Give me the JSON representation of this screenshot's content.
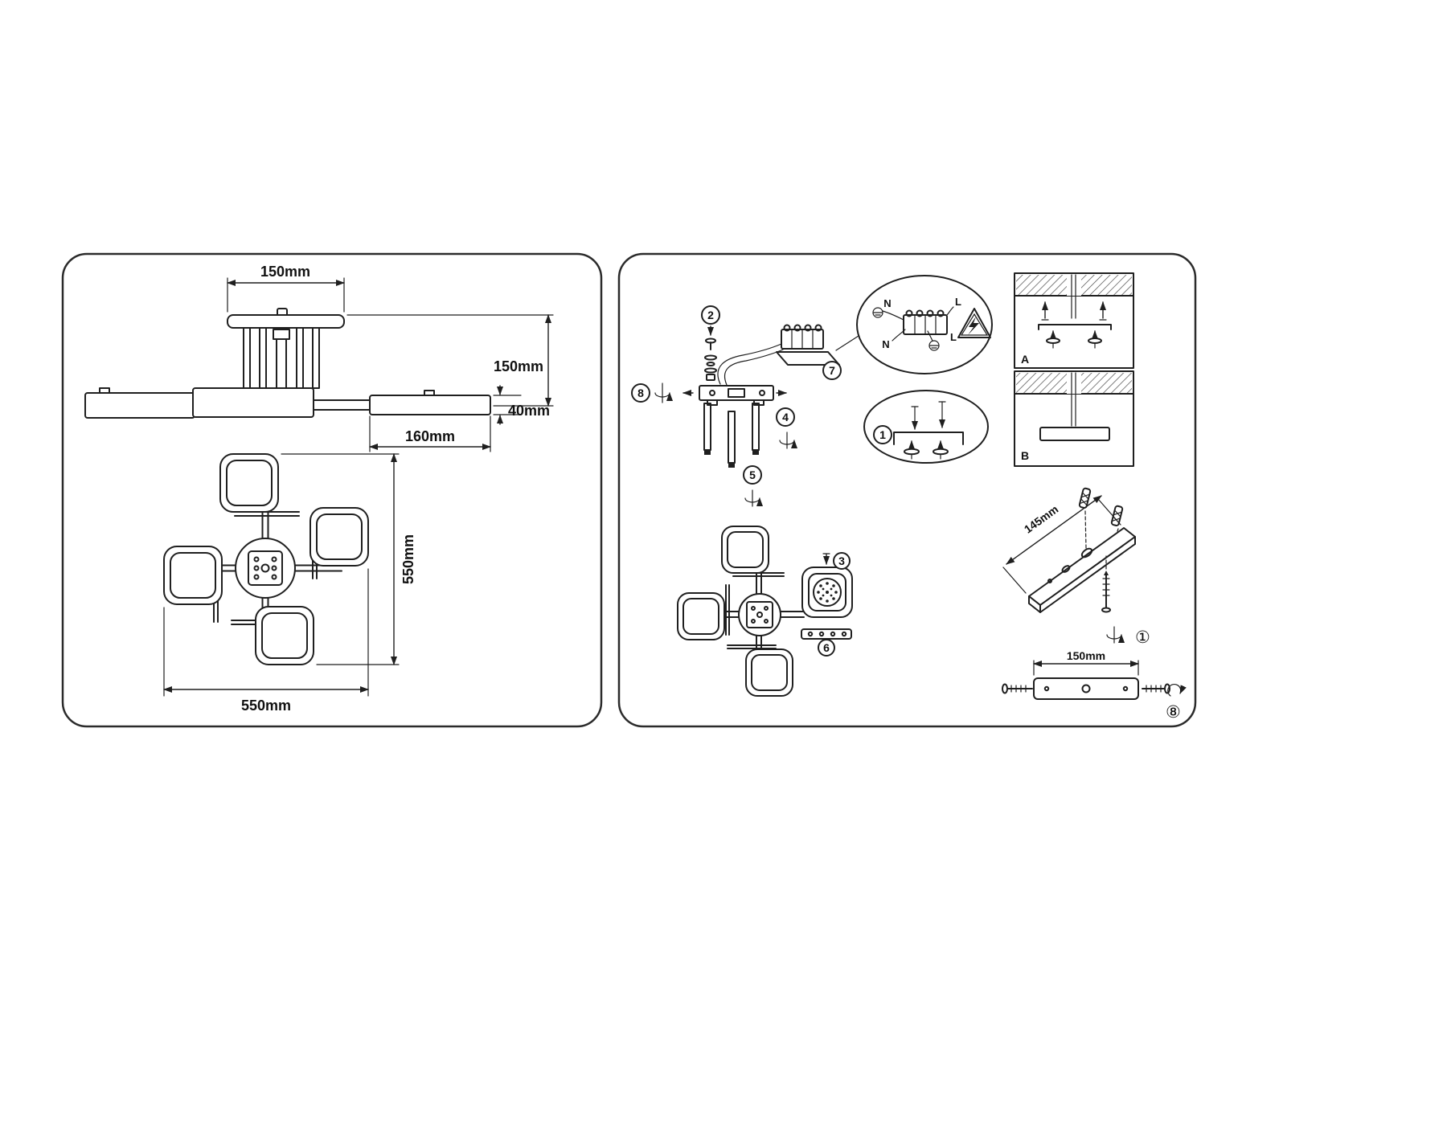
{
  "left": {
    "dim_top_width": "150mm",
    "dim_side_height": "150mm",
    "dim_arm_thickness": "40mm",
    "dim_arm_length": "160mm",
    "dim_plan_height": "550mm",
    "dim_plan_width": "550mm"
  },
  "right": {
    "step1": "1",
    "step2": "2",
    "step3": "3",
    "step4": "4",
    "step5": "5",
    "step6": "6",
    "step7": "7",
    "step8": "8",
    "label_a": "A",
    "label_b": "B",
    "n_top": "N",
    "l_top": "L",
    "n_bottom": "N",
    "l_bottom": "L",
    "dim_bracket_diagonal": "145mm",
    "dim_bracket_front": "150mm",
    "circled_step1": "①",
    "circled_step8": "⑧"
  }
}
